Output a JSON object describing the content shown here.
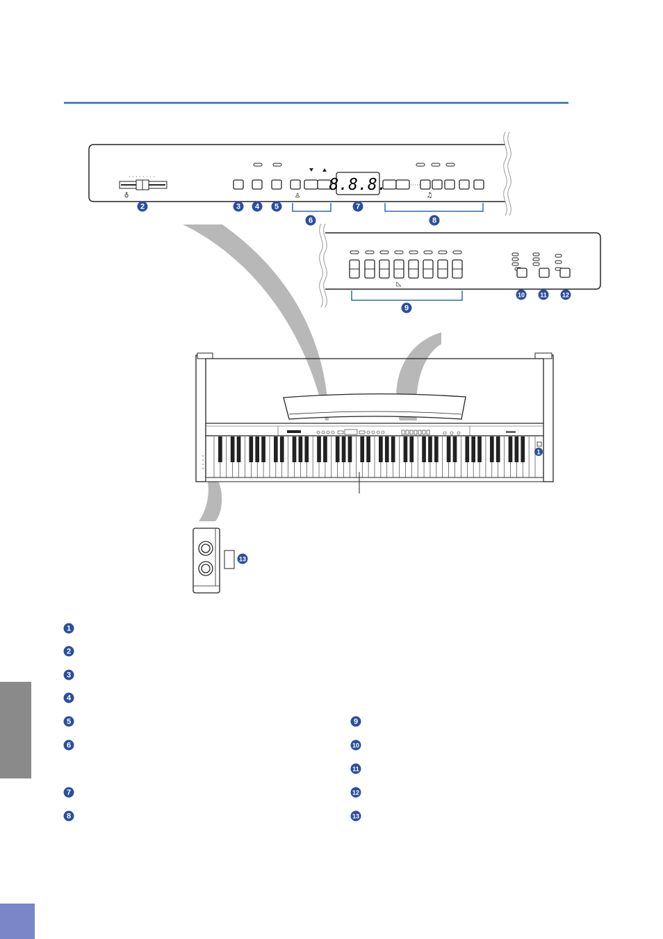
{
  "colors": {
    "accent_line": "#2a6ab0",
    "callout_fill": "#2a4f9e",
    "side_tab": "#8a8a8a",
    "page_tab": "#7b86c9",
    "swoosh": "#b8b8b8"
  },
  "panel_callouts": [
    "2",
    "3",
    "4",
    "5",
    "6",
    "7",
    "8"
  ],
  "voice_panel_callouts": [
    "9",
    "10",
    "11",
    "12"
  ],
  "keyboard_callouts": [
    "1"
  ],
  "jack_callouts": [
    "13"
  ],
  "legend_left": [
    "1",
    "2",
    "3",
    "4",
    "5",
    "6",
    "7",
    "8"
  ],
  "legend_right": [
    "9",
    "10",
    "11",
    "12",
    "13"
  ],
  "display_digits": "8.8.8.",
  "page_number": ""
}
